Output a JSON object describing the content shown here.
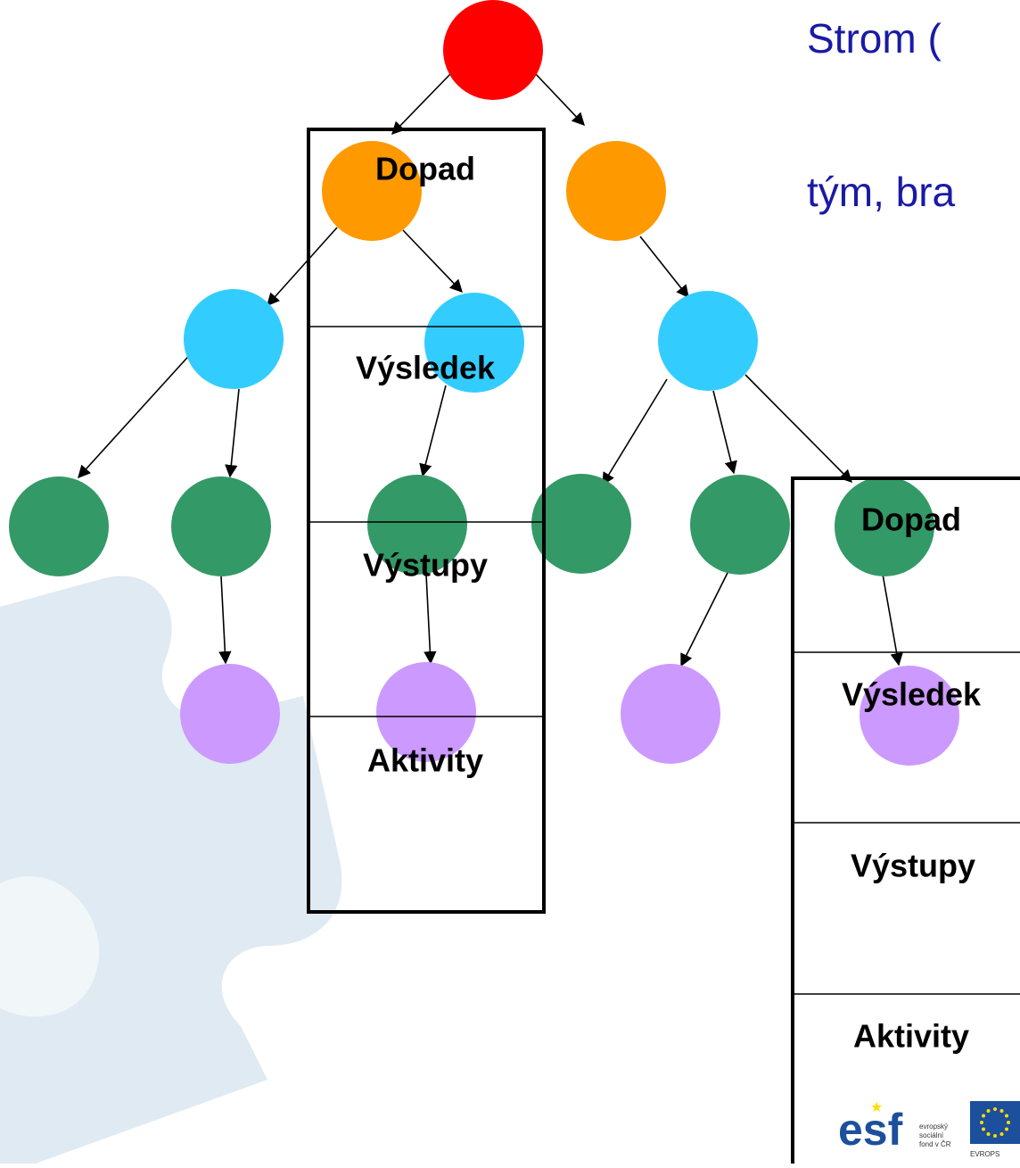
{
  "slide": {
    "title_line1": "Strom (",
    "title_line2": "tým, bra"
  },
  "colors": {
    "title": "#1a1aa6",
    "impact": "#ff0000",
    "outcome": "#ff9900",
    "result": "#33ccff",
    "output": "#339966",
    "activity": "#cc99ff",
    "puzzle": "#dfeaf2",
    "esf_blue": "#1c4f9c",
    "eu_yellow": "#ffdd00"
  },
  "diagram": {
    "node_levels": [
      "impact",
      "outcome",
      "result",
      "output",
      "activity"
    ],
    "frames": [
      {
        "labels": [
          "Dopad",
          "Výsledek",
          "Výstupy",
          "Aktivity"
        ]
      },
      {
        "labels": [
          "Dopad",
          "Výsledek",
          "Výstupy",
          "Aktivity"
        ]
      }
    ]
  },
  "logo": {
    "esf_text": "esf",
    "esf_caption_lines": [
      "evropský",
      "sociální",
      "fond v ČR"
    ],
    "eu_caption": "EVROPS"
  }
}
